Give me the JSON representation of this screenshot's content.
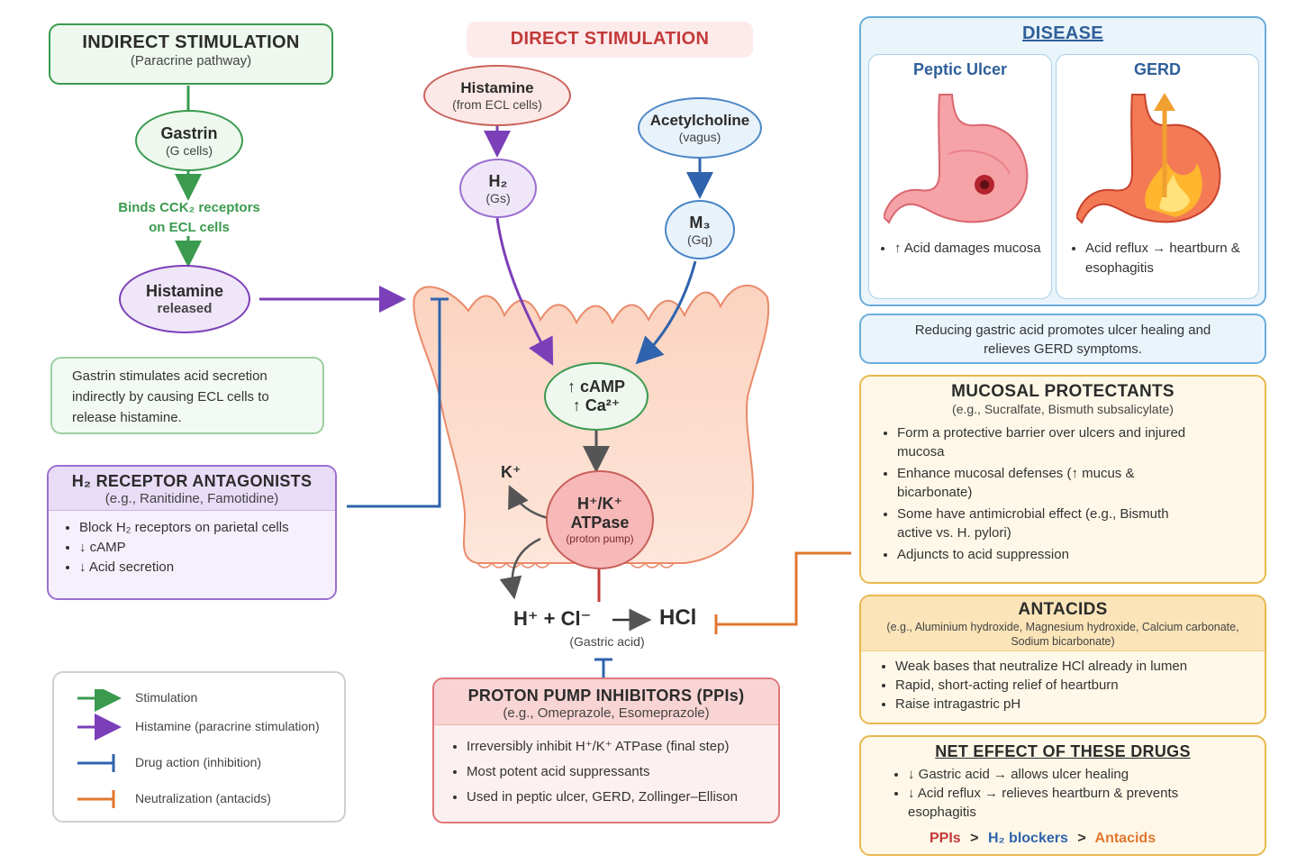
{
  "indirect": {
    "title": "INDIRECT STIMULATION",
    "subtitle": "(Paracrine pathway)",
    "gastrin": "Gastrin",
    "gastrin_sub": "(G cells)",
    "binds_line1": "Binds CCK₂ receptors",
    "binds_line2": "on ECL cells",
    "histamine": "Histamine",
    "histamine_sub": "released",
    "note": "Gastrin stimulates acid secretion indirectly by causing ECL cells to release histamine."
  },
  "direct": {
    "title": "DIRECT STIMULATION",
    "histamine": "Histamine",
    "histamine_sub": "(from ECL cells)",
    "ach": "Acetylcholine",
    "ach_sub": "(vagus)",
    "h2": "H₂",
    "h2_sub": "(Gs)",
    "m3": "M₃",
    "m3_sub": "(Gq)"
  },
  "cell": {
    "camp": "↑ cAMP",
    "ca": "↑ Ca²⁺",
    "pump_line1": "H⁺/K⁺",
    "pump_line2": "ATPase",
    "pump_sub": "(proton pump)",
    "k": "K⁺",
    "reaction_left": "H⁺ + Cl⁻",
    "reaction_right": "HCl",
    "reaction_sub": "(Gastric acid)"
  },
  "h2ra": {
    "title": "H₂ RECEPTOR ANTAGONISTS",
    "subtitle": "(e.g., Ranitidine, Famotidine)",
    "items": [
      "Block H₂ receptors on parietal cells",
      "↓ cAMP",
      "↓ Acid secretion"
    ]
  },
  "legend": {
    "items": [
      {
        "label": "Stimulation",
        "color": "#3a9a4e",
        "kind": "arrow"
      },
      {
        "label": "Histamine (paracrine stimulation)",
        "color": "#7b3fb8",
        "kind": "arrow"
      },
      {
        "label": "Drug action (inhibition)",
        "color": "#2f63ad",
        "kind": "bar"
      },
      {
        "label": "Neutralization (antacids)",
        "color": "#e0772f",
        "kind": "bar"
      }
    ]
  },
  "ppi": {
    "title": "PROTON PUMP INHIBITORS (PPIs)",
    "subtitle": "(e.g., Omeprazole, Esomeprazole)",
    "items": [
      "Irreversibly inhibit H⁺/K⁺ ATPase (final step)",
      "Most potent acid suppressants",
      "Used in peptic ulcer, GERD, Zollinger–Ellison"
    ]
  },
  "disease": {
    "title": "DISEASE",
    "ulcer_title": "Peptic Ulcer",
    "ulcer_items": [
      "↑ Acid damages mucosa"
    ],
    "gerd_title": "GERD",
    "gerd_items": [
      "Acid reflux → heartburn & esophagitis"
    ],
    "note": "Reducing gastric acid promotes ulcer healing and relieves GERD symptoms."
  },
  "mucosal": {
    "title": "MUCOSAL PROTECTANTS",
    "subtitle": "(e.g., Sucralfate, Bismuth subsalicylate)",
    "items": [
      "Form a protective barrier over ulcers and injured mucosa",
      "Enhance mucosal defenses (↑ mucus & bicarbonate)",
      "Some have antimicrobial effect (e.g., Bismuth active vs. H. pylori)",
      "Adjuncts to acid suppression"
    ]
  },
  "antacids": {
    "title": "ANTACIDS",
    "subtitle": "(e.g., Aluminium hydroxide, Magnesium hydroxide, Calcium carbonate, Sodium bicarbonate)",
    "items": [
      "Weak bases that neutralize HCl already in lumen",
      "Rapid, short-acting relief of heartburn",
      "Raise intragastric pH"
    ]
  },
  "net": {
    "title": "NET EFFECT OF THESE DRUGS",
    "items": [
      "↓ Gastric acid → allows ulcer healing",
      "↓ Acid reflux → relieves heartburn & prevents esophagitis"
    ],
    "rank1": "PPIs",
    "sep1": ">",
    "rank2": "H₂ blockers",
    "sep2": ">",
    "rank3": "Antacids"
  }
}
